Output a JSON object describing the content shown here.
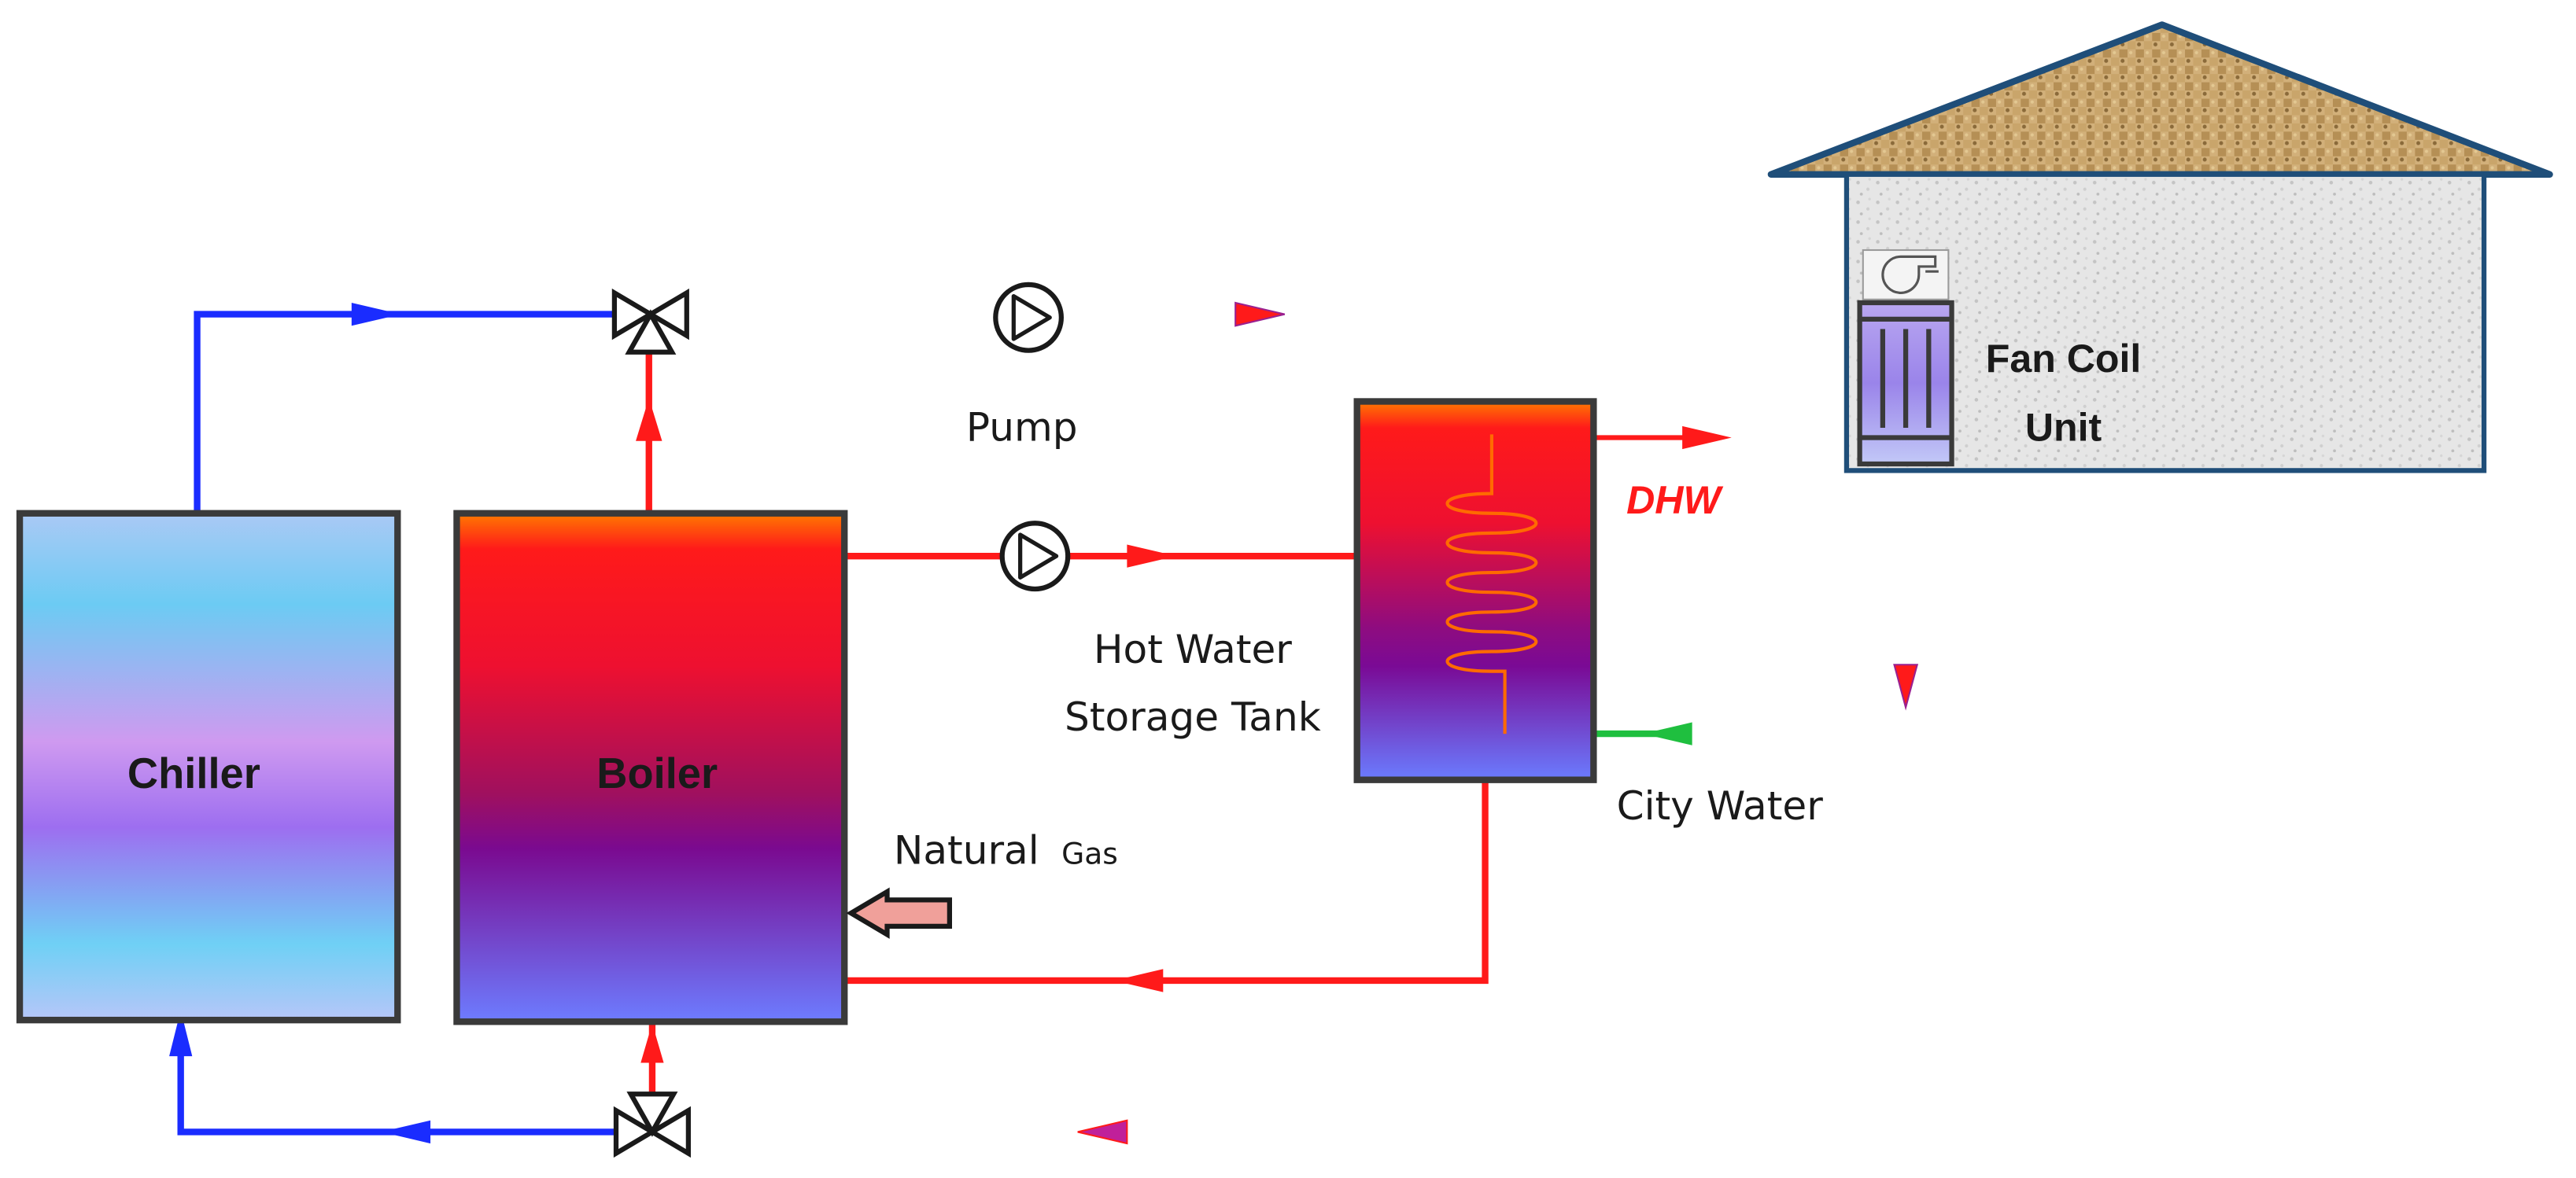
{
  "labels": {
    "chiller": "Chiller",
    "boiler": "Boiler",
    "pump": "Pump",
    "tank_line1": "Hot Water",
    "tank_line2": "Storage Tank",
    "dhw": "DHW",
    "city_water": "City Water",
    "natural": "Natural",
    "gas": "Gas",
    "fcu_line1": "Fan Coil",
    "fcu_line2": "Unit"
  },
  "colors": {
    "hot": "#ff1a1a",
    "cold": "#1a2cff",
    "city": "#1fbf3f",
    "outline": "#3a3a3a",
    "roof_stroke": "#1f4e79",
    "dhw_text": "#ff1a1a"
  }
}
